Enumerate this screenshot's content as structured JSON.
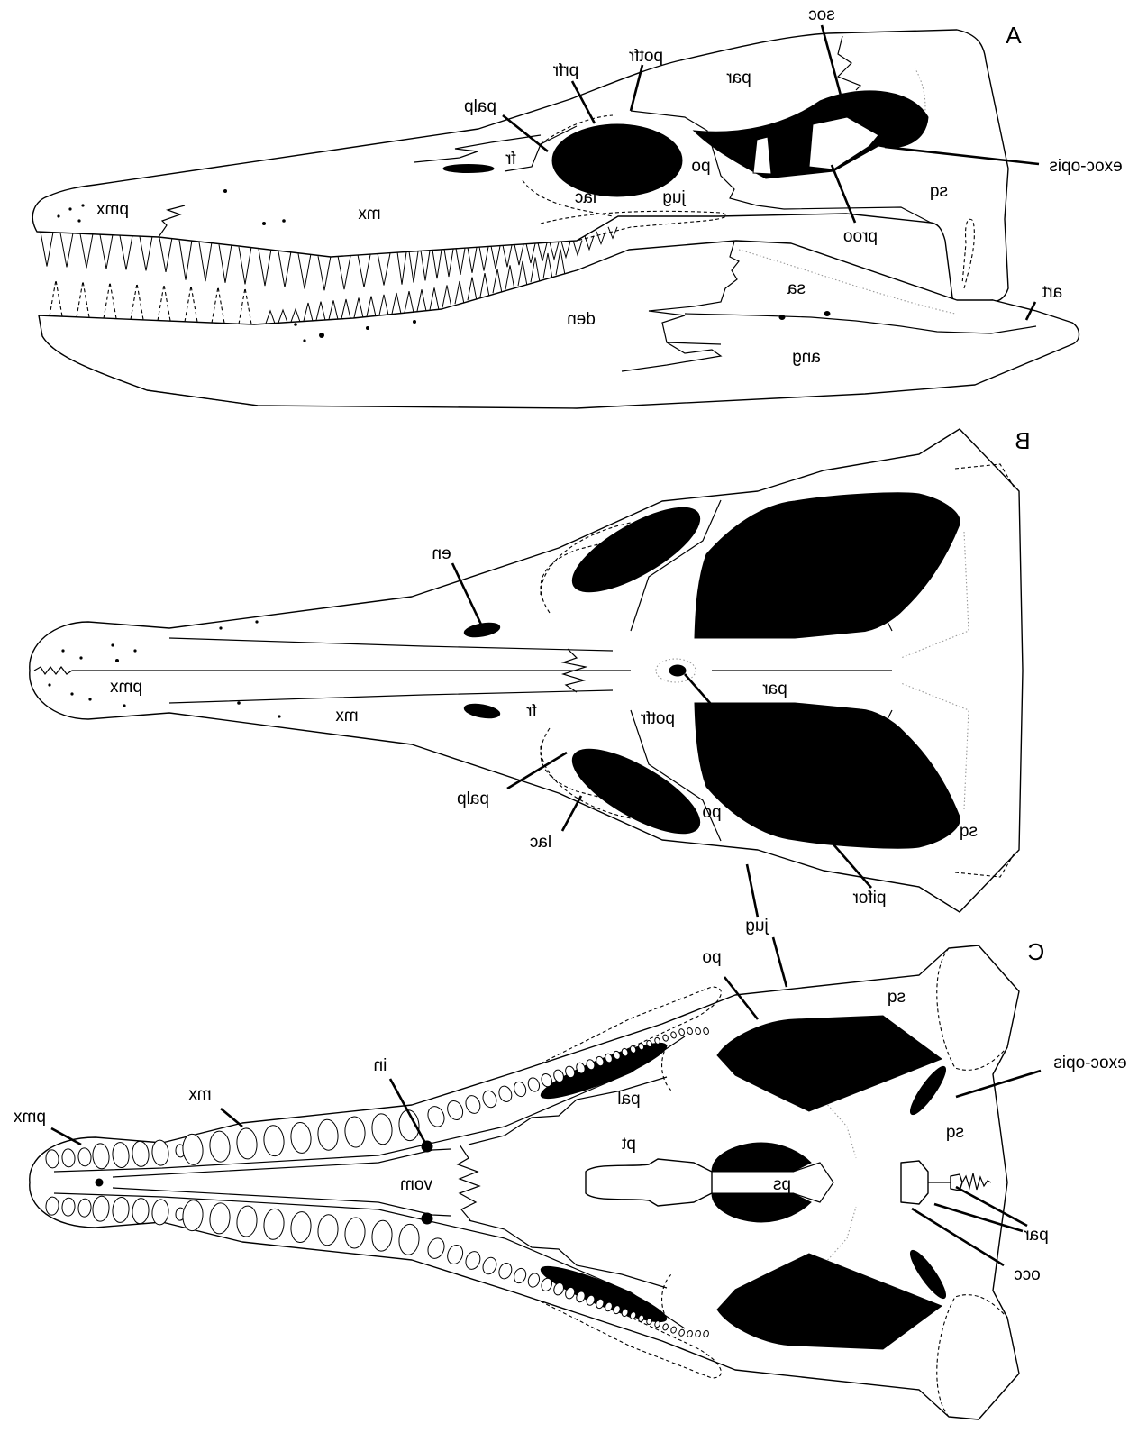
{
  "figure": {
    "panel_a": {
      "letter": "A",
      "labels": {
        "soc": "soc",
        "potfr": "potfr",
        "prfr": "prfr",
        "palp": "palp",
        "fr": "fr",
        "par": "par",
        "po": "po",
        "jug": "jug",
        "lac": "lac",
        "mx": "mx",
        "pmx": "pmx",
        "exoc_opis": "exoc-opis",
        "sq": "sq",
        "proo": "proo",
        "sa": "sa",
        "art": "art",
        "den": "den",
        "ang": "ang"
      }
    },
    "panel_b": {
      "letter": "B",
      "labels": {
        "en": "en",
        "pmx": "pmx",
        "mx": "mx",
        "fr": "fr",
        "potfr": "potfr",
        "par": "par",
        "palp": "palp",
        "lac": "lac",
        "po": "po",
        "sq": "sq",
        "pifor": "pifor",
        "jug": "jug"
      }
    },
    "panel_c": {
      "letter": "C",
      "labels": {
        "po": "po",
        "sq_upper": "sq",
        "exoc_opis": "exoc-opis",
        "mx": "mx",
        "pmx": "pmx",
        "in": "in",
        "pal": "pal",
        "pt": "pt",
        "vom": "vom",
        "ps": "ps",
        "sq_lower": "sq",
        "par": "par",
        "occ": "occ"
      }
    },
    "mirrored": true
  }
}
